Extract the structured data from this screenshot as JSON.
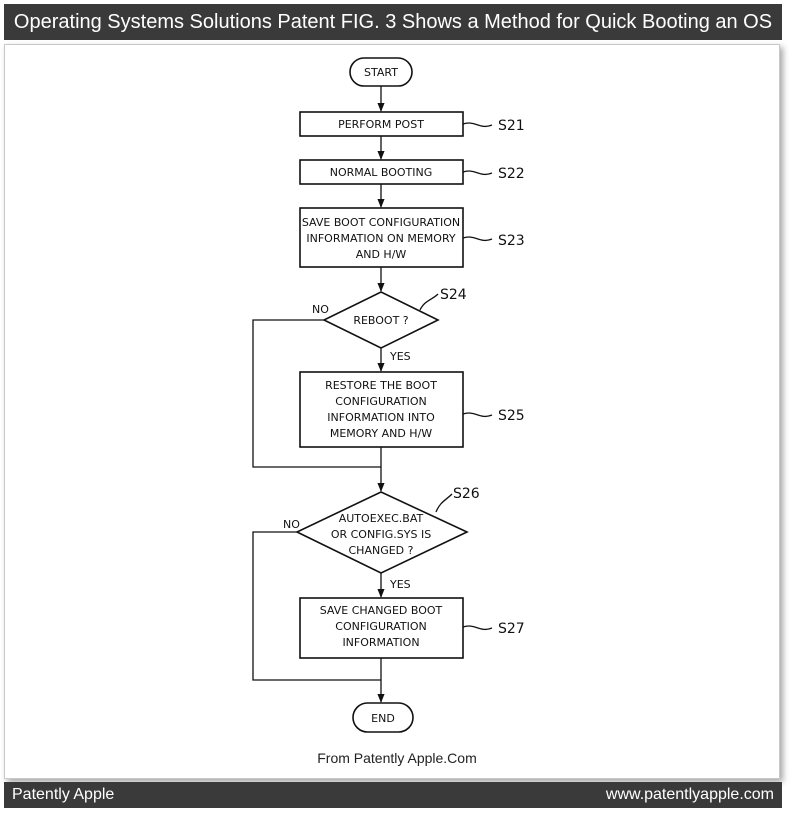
{
  "header": {
    "title": "Operating Systems Solutions Patent FIG. 3 Shows a Method for Quick Booting an OS"
  },
  "diagram": {
    "start": "START",
    "end": "END",
    "s21": {
      "text": "PERFORM POST",
      "label": "S21"
    },
    "s22": {
      "text": "NORMAL BOOTING",
      "label": "S22"
    },
    "s23": {
      "lines": [
        "SAVE BOOT CONFIGURATION",
        "INFORMATION ON MEMORY",
        "AND H/W"
      ],
      "label": "S23"
    },
    "s24": {
      "text": "REBOOT ?",
      "label": "S24",
      "no": "NO",
      "yes": "YES"
    },
    "s25": {
      "lines": [
        "RESTORE THE BOOT",
        "CONFIGURATION",
        "INFORMATION INTO",
        "MEMORY AND H/W"
      ],
      "label": "S25"
    },
    "s26": {
      "lines": [
        "AUTOEXEC.BAT",
        "OR CONFIG.SYS IS",
        "CHANGED ?"
      ],
      "label": "S26",
      "no": "NO",
      "yes": "YES"
    },
    "s27": {
      "lines": [
        "SAVE CHANGED BOOT",
        "CONFIGURATION",
        "INFORMATION"
      ],
      "label": "S27"
    }
  },
  "credit": "From Patently Apple.Com",
  "footer": {
    "left": "Patently Apple",
    "right": "www.patentlyapple.com"
  }
}
